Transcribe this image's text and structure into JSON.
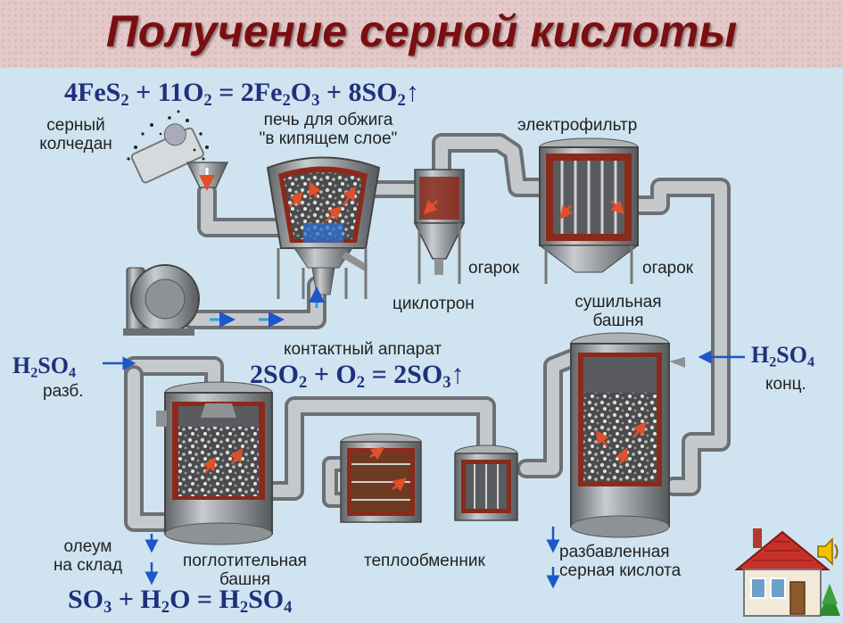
{
  "title": "Получение серной кислоты",
  "equations": {
    "roasting": [
      "4FeS",
      "2",
      " + 11O",
      "2",
      " = 2Fe",
      "2",
      "O",
      "3",
      " + 8SO",
      "2",
      "↑"
    ],
    "contact": [
      "2SO",
      "2",
      " + O",
      "2",
      " = 2SO",
      "3",
      "↑"
    ],
    "absorption": [
      "SO",
      "3",
      " + H",
      "2",
      "O = H",
      "2",
      "SO",
      "4"
    ]
  },
  "labels": {
    "pyrite": [
      "серный",
      "колчедан"
    ],
    "furnace": [
      "печь для обжига",
      "\"в кипящем слое\""
    ],
    "electrofilter": "электрофильтр",
    "cinder_left": "огарок",
    "cinder_right": "огарок",
    "cyclone": "циклотрон",
    "drying_tower": [
      "сушильная",
      "башня"
    ],
    "contact_apparatus": "контактный аппарат",
    "acid_dilute_in": [
      "H",
      "2",
      "SO",
      "4"
    ],
    "acid_dilute_word": "разб.",
    "acid_conc_in": [
      "H",
      "2",
      "SO",
      "4"
    ],
    "acid_conc_word": "конц.",
    "oleum": [
      "олеум",
      "на склад"
    ],
    "absorption_tower": [
      "поглотительная",
      "башня"
    ],
    "heat_exchanger": "теплообменник",
    "dilute_acid_out": [
      "разбавленная",
      "серная кислота"
    ]
  },
  "colors": {
    "background": "#cfe4f0",
    "title": "#7a0f12",
    "equation": "#21307a",
    "pipe": "#8e9295",
    "vessel_lining": "#8a2a1a",
    "flow_arrow": "#e0502a",
    "air_arrow": "#2ea0e0",
    "liquid_arrow": "#1f56c8"
  },
  "icons": [
    "home-icon",
    "speaker-icon"
  ]
}
